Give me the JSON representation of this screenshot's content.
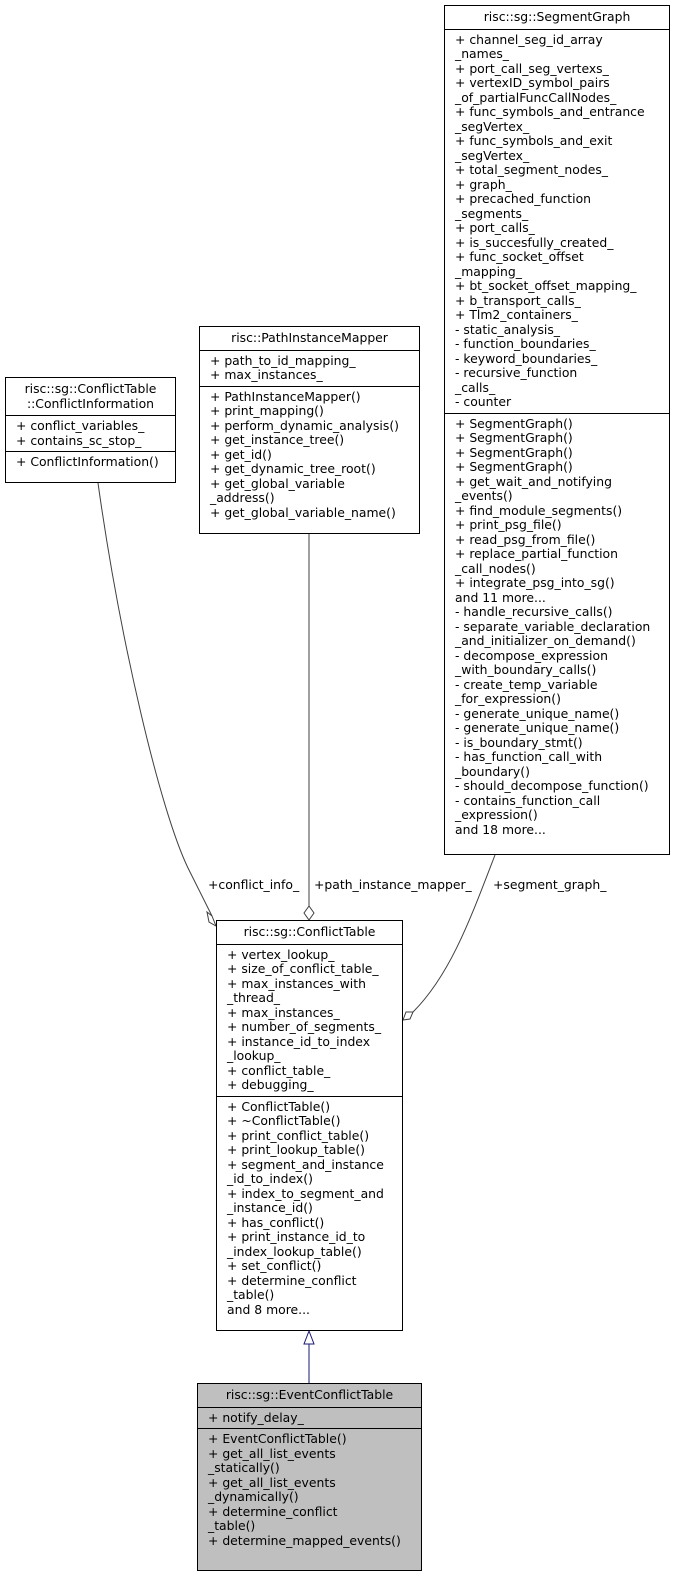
{
  "classes": {
    "segment_graph": {
      "title": [
        "risc::sg::SegmentGraph"
      ],
      "attributes": [
        "+ channel_seg_id_array",
        "_names_",
        "+ port_call_seg_vertexs_",
        "+ vertexID_symbol_pairs",
        "_of_partialFuncCallNodes_",
        "+ func_symbols_and_entrance",
        "_segVertex_",
        "+ func_symbols_and_exit",
        "_segVertex_",
        "+ total_segment_nodes_",
        "+ graph_",
        "+ precached_function",
        "_segments_",
        "+ port_calls_",
        "+ is_succesfully_created_",
        "+ func_socket_offset",
        "_mapping_",
        "+ bt_socket_offset_mapping_",
        "+ b_transport_calls_",
        "+ Tlm2_containers_",
        "- static_analysis_",
        "- function_boundaries_",
        "- keyword_boundaries_",
        "- recursive_function",
        "_calls_",
        "- counter"
      ],
      "methods": [
        "+ SegmentGraph()",
        "+ SegmentGraph()",
        "+ SegmentGraph()",
        "+ SegmentGraph()",
        "+ get_wait_and_notifying",
        "_events()",
        "+ find_module_segments()",
        "+ print_psg_file()",
        "+ read_psg_from_file()",
        "+ replace_partial_function",
        "_call_nodes()",
        "+ integrate_psg_into_sg()",
        "and 11 more...",
        "- handle_recursive_calls()",
        "- separate_variable_declaration",
        "_and_initializer_on_demand()",
        "- decompose_expression",
        "_with_boundary_calls()",
        "- create_temp_variable",
        "_for_expression()",
        "- generate_unique_name()",
        "- generate_unique_name()",
        "- is_boundary_stmt()",
        "- has_function_call_with",
        "_boundary()",
        "- should_decompose_function()",
        "- contains_function_call",
        "_expression()",
        "and 18 more..."
      ]
    },
    "path_instance_mapper": {
      "title": [
        "risc::PathInstanceMapper"
      ],
      "attributes": [
        "+ path_to_id_mapping_",
        "+ max_instances_"
      ],
      "methods": [
        "+ PathInstanceMapper()",
        "+ print_mapping()",
        "+ perform_dynamic_analysis()",
        "+ get_instance_tree()",
        "+ get_id()",
        "+ get_dynamic_tree_root()",
        "+ get_global_variable",
        "_address()",
        "+ get_global_variable_name()"
      ]
    },
    "conflict_information": {
      "title": [
        "risc::sg::ConflictTable",
        "::ConflictInformation"
      ],
      "attributes": [
        "+ conflict_variables_",
        "+ contains_sc_stop_"
      ],
      "methods": [
        "+ ConflictInformation()"
      ]
    },
    "conflict_table": {
      "title": [
        "risc::sg::ConflictTable"
      ],
      "attributes": [
        "+ vertex_lookup_",
        "+ size_of_conflict_table_",
        "+ max_instances_with",
        "_thread_",
        "+ max_instances_",
        "+ number_of_segments_",
        "+ instance_id_to_index",
        "_lookup_",
        "+ conflict_table_",
        "+ debugging_"
      ],
      "methods": [
        "+ ConflictTable()",
        "+ ~ConflictTable()",
        "+ print_conflict_table()",
        "+ print_lookup_table()",
        "+ segment_and_instance",
        "_id_to_index()",
        "+ index_to_segment_and",
        "_instance_id()",
        "+ has_conflict()",
        "+ print_instance_id_to",
        "_index_lookup_table()",
        "+ set_conflict()",
        "+ determine_conflict",
        "_table()",
        "and 8 more..."
      ]
    },
    "event_conflict_table": {
      "title": [
        "risc::sg::EventConflictTable"
      ],
      "attributes": [
        "+ notify_delay_"
      ],
      "methods": [
        "+ EventConflictTable()",
        "+ get_all_list_events",
        "_statically()",
        "+ get_all_list_events",
        "_dynamically()",
        "+ determine_conflict",
        "_table()",
        "+ determine_mapped_events()"
      ]
    }
  },
  "edge_labels": {
    "conflict_info": "+conflict_info_",
    "path_instance_mapper": "+path_instance_mapper_",
    "segment_graph": "+segment_graph_"
  },
  "colors": {
    "highlight_fill": "#bfbfbf",
    "aggregation_stroke": "#404040",
    "inheritance_stroke": "#191970"
  }
}
